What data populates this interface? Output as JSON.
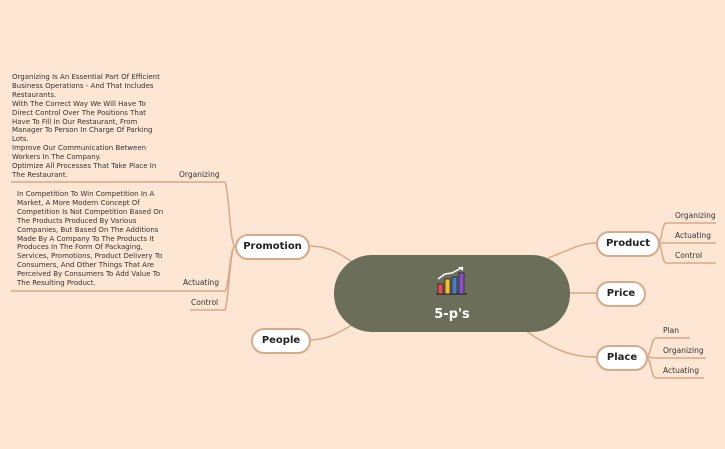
{
  "central": {
    "title": "5-p's",
    "icon": "bar-chart-growth-icon"
  },
  "branches": {
    "product": {
      "label": "Product",
      "children": [
        "Organizing",
        "Actuating",
        "Control"
      ]
    },
    "price": {
      "label": "Price"
    },
    "place": {
      "label": "Place",
      "children": [
        "Plan",
        "Organizing",
        "Actuating"
      ]
    },
    "promotion": {
      "label": "Promotion",
      "children": [
        {
          "label": "Organizing",
          "note": "Organizing Is An Essential Part Of Efficient\nBusiness Operations - And That Includes\nRestaurants.\nWith The Correct Way We Will Have To\nDirect Control Over The Positions That\nHave To Fill In Our Restaurant, From\nManager To Person In Charge Of Parking\nLots.\nImprove Our Communication Between\nWorkers In The Company.\nOptimize All Processes That Take Place In\nThe Restaurant."
        },
        {
          "label": "Actuating",
          "note": "In Competition To Win Competition In A\nMarket, A More Modern Concept Of\nCompetition Is Not Competition Based On\nThe Products Produced By Various\nCompanies, But Based On The Additions\nMade By A Company To The Products It\nProduces In The Form Of Packaging,\nServices, Promotions, Product Delivery To\nConsumers, And Other Things That Are\nPerceived By Consumers To Add Value To\nThe Resulting Product."
        },
        {
          "label": "Control"
        }
      ]
    },
    "people": {
      "label": "People"
    }
  },
  "colors": {
    "background": "#fde6d4",
    "central_fill": "#6b6e58",
    "connector": "#d8a98b",
    "node_fill": "#ffffff"
  }
}
